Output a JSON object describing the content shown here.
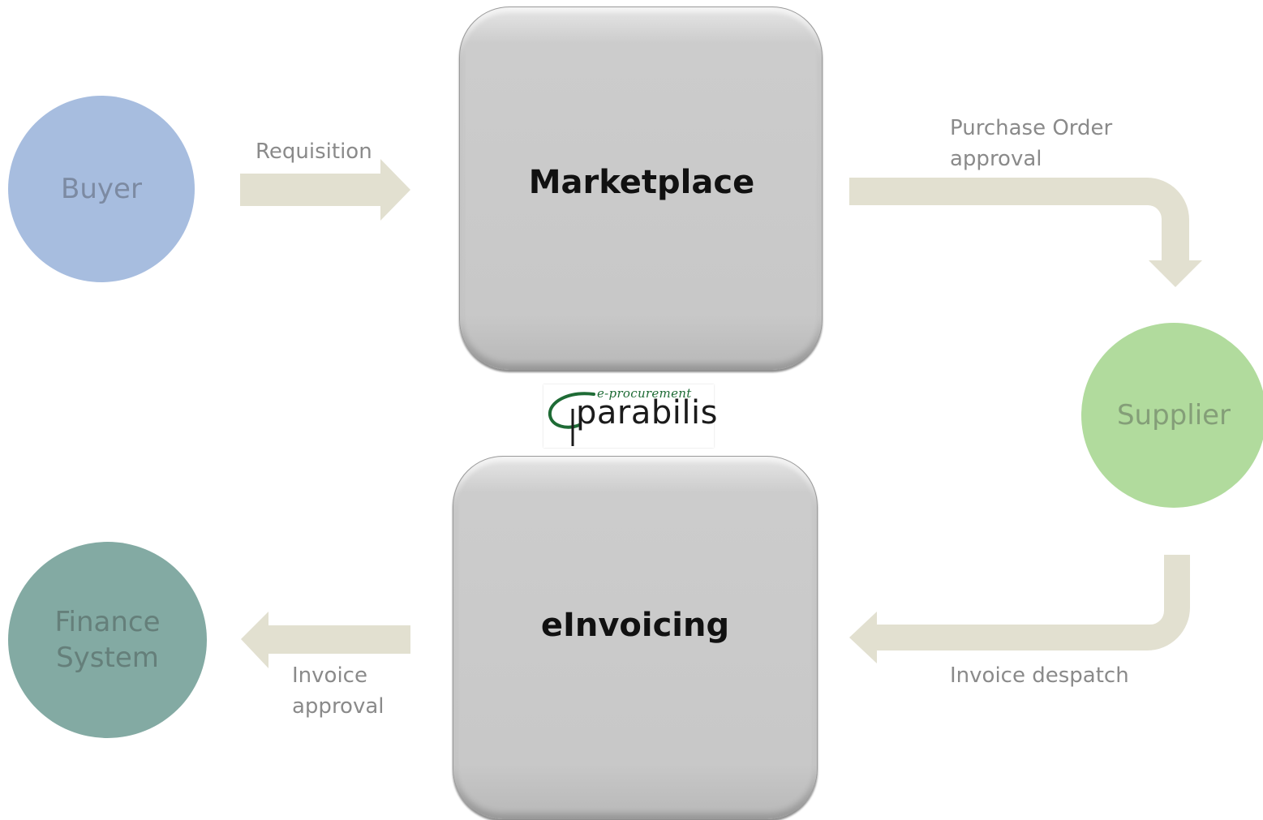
{
  "diagram": {
    "nodes": {
      "buyer": {
        "label": "Buyer",
        "color": "#a7bddf"
      },
      "supplier": {
        "label": "Supplier",
        "color": "#b1db9d"
      },
      "finance_system": {
        "label": "Finance\nSystem",
        "color": "#83aaa3"
      }
    },
    "processes": {
      "marketplace": {
        "label": "Marketplace"
      },
      "einvoicing": {
        "label": "eInvoicing"
      }
    },
    "flows": {
      "requisition": {
        "label": "Requisition",
        "from": "Buyer",
        "to": "Marketplace"
      },
      "purchase_order": {
        "label": "Purchase Order\napproval",
        "from": "Marketplace",
        "to": "Supplier"
      },
      "invoice_despatch": {
        "label": "Invoice despatch",
        "from": "Supplier",
        "to": "eInvoicing"
      },
      "invoice_approval": {
        "label": "Invoice\napproval",
        "from": "eInvoicing",
        "to": "Finance System"
      }
    },
    "arrow_color": "#e2e0d0"
  },
  "logo": {
    "tagline": "e-procurement",
    "wordmark": "parabilis"
  }
}
